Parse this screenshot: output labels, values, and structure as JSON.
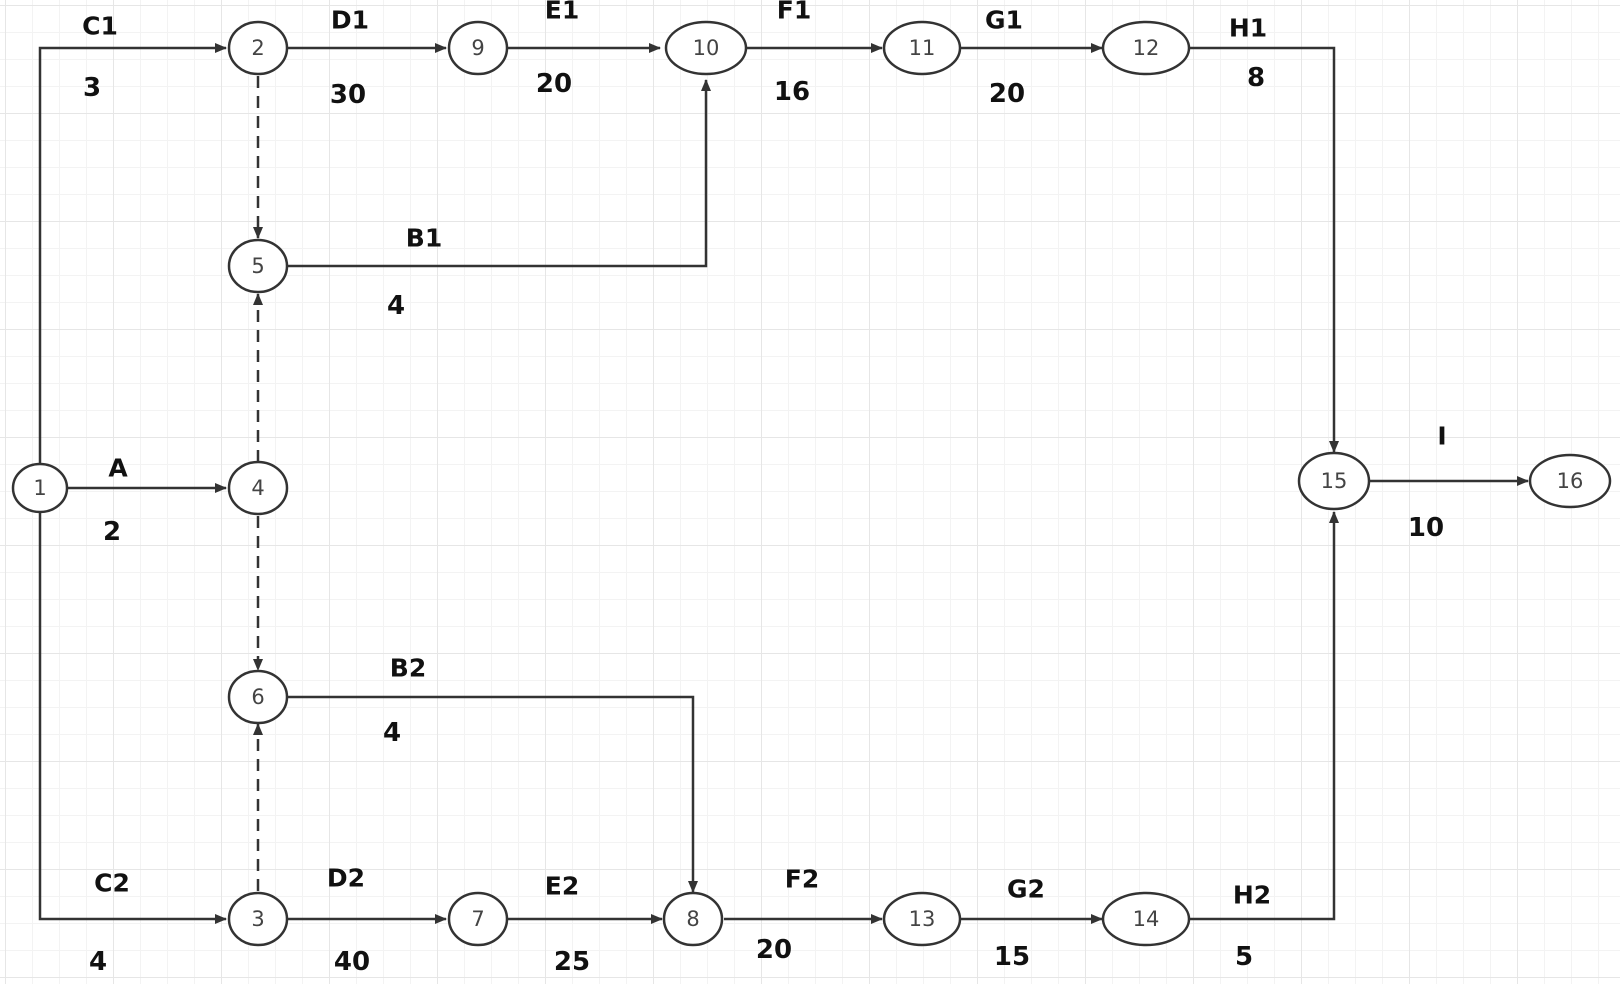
{
  "colors": {
    "line": "#333333",
    "grid": "#e6e6e6",
    "text": "#111111"
  },
  "nodes": [
    {
      "id": "n1",
      "label": "1"
    },
    {
      "id": "n2",
      "label": "2"
    },
    {
      "id": "n3",
      "label": "3"
    },
    {
      "id": "n4",
      "label": "4"
    },
    {
      "id": "n5",
      "label": "5"
    },
    {
      "id": "n6",
      "label": "6"
    },
    {
      "id": "n7",
      "label": "7"
    },
    {
      "id": "n8",
      "label": "8"
    },
    {
      "id": "n9",
      "label": "9"
    },
    {
      "id": "n10",
      "label": "10"
    },
    {
      "id": "n11",
      "label": "11"
    },
    {
      "id": "n12",
      "label": "12"
    },
    {
      "id": "n13",
      "label": "13"
    },
    {
      "id": "n14",
      "label": "14"
    },
    {
      "id": "n15",
      "label": "15"
    },
    {
      "id": "n16",
      "label": "16"
    }
  ],
  "activities": [
    {
      "id": "C1",
      "name": "C1",
      "duration": "3"
    },
    {
      "id": "D1",
      "name": "D1",
      "duration": "30"
    },
    {
      "id": "E1",
      "name": "E1",
      "duration": "20"
    },
    {
      "id": "F1",
      "name": "F1",
      "duration": "16"
    },
    {
      "id": "G1",
      "name": "G1",
      "duration": "20"
    },
    {
      "id": "H1",
      "name": "H1",
      "duration": "8"
    },
    {
      "id": "B1",
      "name": "B1",
      "duration": "4"
    },
    {
      "id": "A",
      "name": "A",
      "duration": "2"
    },
    {
      "id": "I",
      "name": "I",
      "duration": "10"
    },
    {
      "id": "B2",
      "name": "B2",
      "duration": "4"
    },
    {
      "id": "C2",
      "name": "C2",
      "duration": "4"
    },
    {
      "id": "D2",
      "name": "D2",
      "duration": "40"
    },
    {
      "id": "E2",
      "name": "E2",
      "duration": "25"
    },
    {
      "id": "F2",
      "name": "F2",
      "duration": "20"
    },
    {
      "id": "G2",
      "name": "G2",
      "duration": "15"
    },
    {
      "id": "H2",
      "name": "H2",
      "duration": "5"
    }
  ],
  "dummy_activities": [
    {
      "from": "2",
      "to": "5"
    },
    {
      "from": "4",
      "to": "5"
    },
    {
      "from": "4",
      "to": "6"
    },
    {
      "from": "3",
      "to": "6"
    }
  ]
}
